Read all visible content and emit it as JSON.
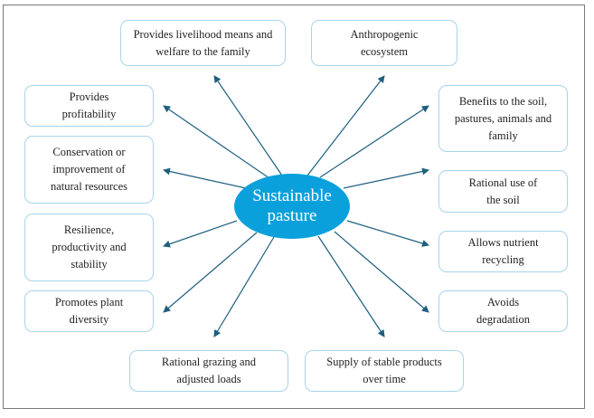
{
  "center": {
    "label_line1": "Sustainable",
    "label_line2": "pasture"
  },
  "colors": {
    "center_fill": "#0aa0dc",
    "box_border": "#a9d3ea",
    "arrow": "#1d5f7f"
  },
  "nodes": [
    {
      "id": "livelihood",
      "text": "Provides livelihood means and welfare to the family"
    },
    {
      "id": "anthropogenic",
      "text": "Anthropogenic ecosystem"
    },
    {
      "id": "profitability",
      "text": "Provides profitability"
    },
    {
      "id": "conservation",
      "text": "Conservation or improvement of natural resources"
    },
    {
      "id": "benefits",
      "text": "Benefits to the soil, pastures, animals and family"
    },
    {
      "id": "rational-use",
      "text": "Rational use of the soil"
    },
    {
      "id": "resilience",
      "text": "Resilience, productivity and stability"
    },
    {
      "id": "nutrient",
      "text": "Allows nutrient recycling"
    },
    {
      "id": "diversity",
      "text": "Promotes plant diversity"
    },
    {
      "id": "degradation",
      "text": "Avoids degradation"
    },
    {
      "id": "grazing",
      "text": "Rational grazing and adjusted loads"
    },
    {
      "id": "supply",
      "text": "Supply of stable products over time"
    }
  ]
}
